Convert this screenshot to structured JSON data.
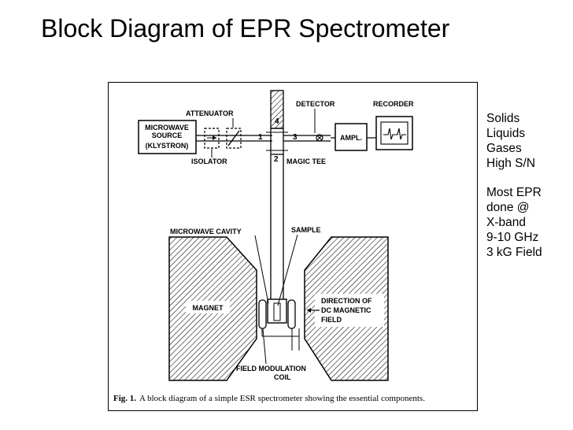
{
  "slide": {
    "title": "Block Diagram of EPR Spectrometer"
  },
  "figure": {
    "labels": {
      "microwave_source_l1": "MICROWAVE",
      "microwave_source_l2": "SOURCE",
      "microwave_source_l3": "(KLYSTRON)",
      "attenuator": "ATTENUATOR",
      "isolator": "ISOLATOR",
      "detector": "DETECTOR",
      "recorder": "RECORDER",
      "ampl": "AMPL.",
      "magic_tee": "MAGIC TEE",
      "port_1": "1",
      "port_2": "2",
      "port_3": "3",
      "port_4": "4",
      "microwave_cavity": "MICROWAVE CAVITY",
      "sample": "SAMPLE",
      "magnet": "MAGNET",
      "direction_l1": "DIRECTION OF",
      "direction_l2": "DC MAGNETIC",
      "direction_l3": "FIELD",
      "field_modulation_l1": "FIELD MODULATION",
      "field_modulation_l2": "COIL"
    },
    "caption": {
      "prefix": "Fig. 1.",
      "text": "A block diagram of a simple ESR spectrometer showing the essential components."
    }
  },
  "notes": {
    "group1": [
      "Solids",
      "Liquids",
      "Gases",
      "High S/N"
    ],
    "group2": [
      "Most EPR",
      "done @",
      "X-band",
      "9-10 GHz",
      "3 kG Field"
    ]
  }
}
